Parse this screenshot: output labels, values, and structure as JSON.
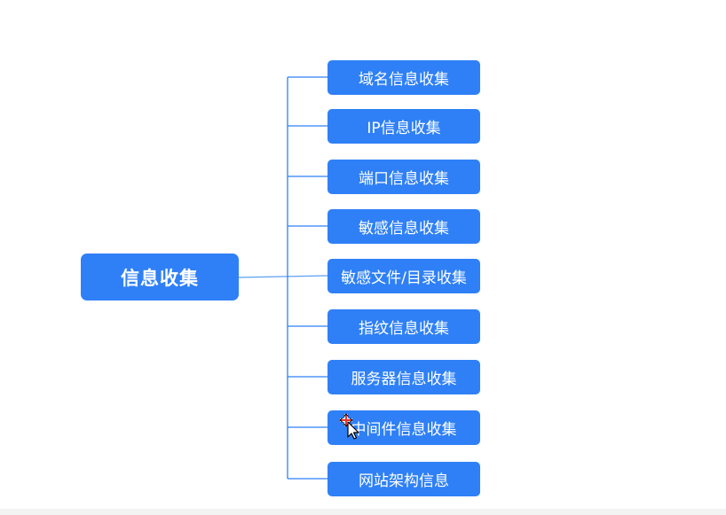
{
  "root": {
    "label": "信息收集"
  },
  "children": [
    "域名信息收集",
    "IP信息收集",
    "端口信息收集",
    "敏感信息收集",
    "敏感文件/目录收集",
    "指纹信息收集",
    "服务器信息收集",
    "中间件信息收集",
    "网站架构信息"
  ],
  "colors": {
    "node_fill": "#2f80f6",
    "connector": "#2f80f6",
    "text": "#ffffff",
    "background": "#ffffff"
  },
  "icons": {
    "cursor": "move-cursor-icon"
  }
}
